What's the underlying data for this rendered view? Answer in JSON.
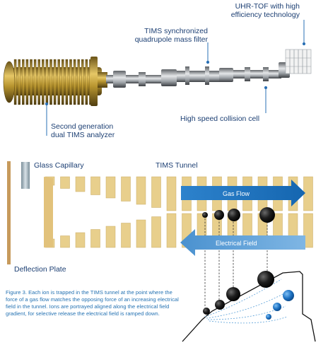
{
  "instrument_labels": {
    "uhr_tof": [
      "UHR-TOF with high",
      "efficiency technology"
    ],
    "tims_quad": [
      "TIMS synchronized",
      "quadrupole mass filter"
    ],
    "tims_analyzer": [
      "Second generation",
      "dual TIMS analyzer"
    ],
    "collision_cell": "High speed collision cell"
  },
  "tunnel_diagram": {
    "glass_capillary": "Glass Capillary",
    "tims_tunnel": "TIMS Tunnel",
    "gas_flow": "Gas Flow",
    "electrical_field": "Electrical Field",
    "deflection_plate": "Deflection Plate"
  },
  "caption": "Figure 3. Each ion is trapped in the TIMS tunnel at the point where the force of a gas flow matches the opposing force of an increasing electrical field in the tunnel. Ions are portrayed aligned along the electrical field gradient, for selective release the electrical field is ramped down.",
  "colors": {
    "label_text": "#1c3f73",
    "caption_text": "#2673b3",
    "electrode_tan": "#e8cf8c",
    "gas_flow_arrow": "#1f72bd",
    "field_arrow": "#5aa0d8",
    "ion_black": "#1a1a1a",
    "ion_blue": "#1b6fc0",
    "instrument_gold": "#a88a3a"
  }
}
